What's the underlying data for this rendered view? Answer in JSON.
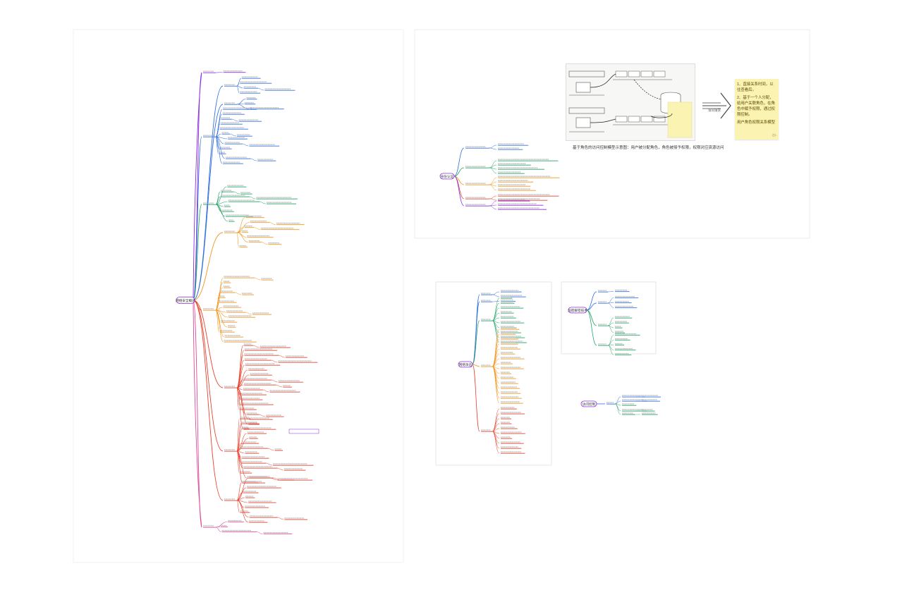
{
  "colors": {
    "purple": "#8a2be2",
    "blue": "#2f6fe0",
    "green": "#21a366",
    "orange": "#f2941a",
    "red": "#e8412d",
    "pink": "#e0479a",
    "line_gray": "#c8c8c8",
    "sticky_yellow": "#fbf3b2"
  },
  "mindmaps": {
    "main": {
      "root_label": "网络安全概述"
    },
    "top_right": {
      "root_label": "身份认证"
    },
    "middle": {
      "root_label": "网络攻击"
    },
    "right_box": {
      "root_label": "加密解密技术"
    },
    "small": {
      "root_label": "访问控制"
    }
  },
  "diagram": {
    "arrow_label": "访问请求",
    "caption": "基于角色的访问控制模型示意图：用户被分配角色，角色被授予权限，权限对应资源访问"
  },
  "sticky_note": {
    "lines": [
      "1、直接关系时间，以往查看后。",
      "2、基于一个人分配，给用户关联角色，在角色中赋予权限，通过权限控制。",
      "用户角色权限关系模型"
    ],
    "footnote": "注1"
  }
}
